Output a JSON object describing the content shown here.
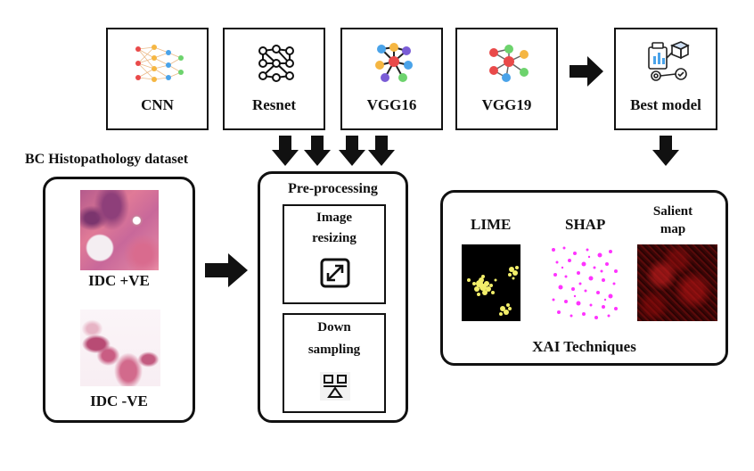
{
  "models": [
    {
      "label": "CNN",
      "icon": "neural-network-icon"
    },
    {
      "label": "Resnet",
      "icon": "network-graph-icon"
    },
    {
      "label": "VGG16",
      "icon": "colorful-graph-icon"
    },
    {
      "label": "VGG19",
      "icon": "colorful-graph-icon"
    }
  ],
  "best_model": {
    "label": "Best model",
    "icon": "model-selection-icon"
  },
  "dataset": {
    "title": "BC Histopathology dataset",
    "positive_label": "IDC +VE",
    "negative_label": "IDC -VE"
  },
  "preprocessing": {
    "title": "Pre-processing",
    "resize_line1": "Image",
    "resize_line2": "resizing",
    "down_line1": "Down",
    "down_line2": "sampling"
  },
  "xai": {
    "title": "XAI Techniques",
    "methods": [
      "LIME",
      "SHAP"
    ],
    "salient_line1": "Salient",
    "salient_line2": "map"
  },
  "colors": {
    "lime_highlight": "#f2ee6a",
    "shap_highlight": "#ff33ff",
    "salient_red": "#b50f0f"
  }
}
